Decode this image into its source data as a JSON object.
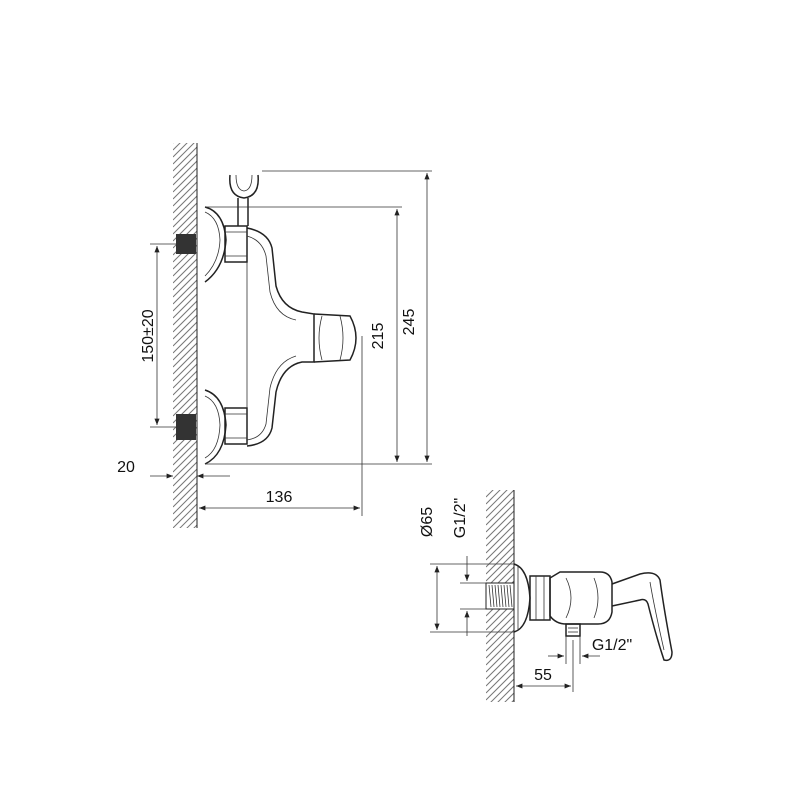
{
  "drawing": {
    "dimensions": {
      "inlet_spacing": "150±20",
      "wall_offset": "20",
      "projection": "136",
      "height_inner": "215",
      "height_outer": "245",
      "flange_diameter": "Ø65",
      "thread_inlet": "G1/2\"",
      "thread_outlet": "G1/2\"",
      "outlet_depth": "55"
    }
  }
}
